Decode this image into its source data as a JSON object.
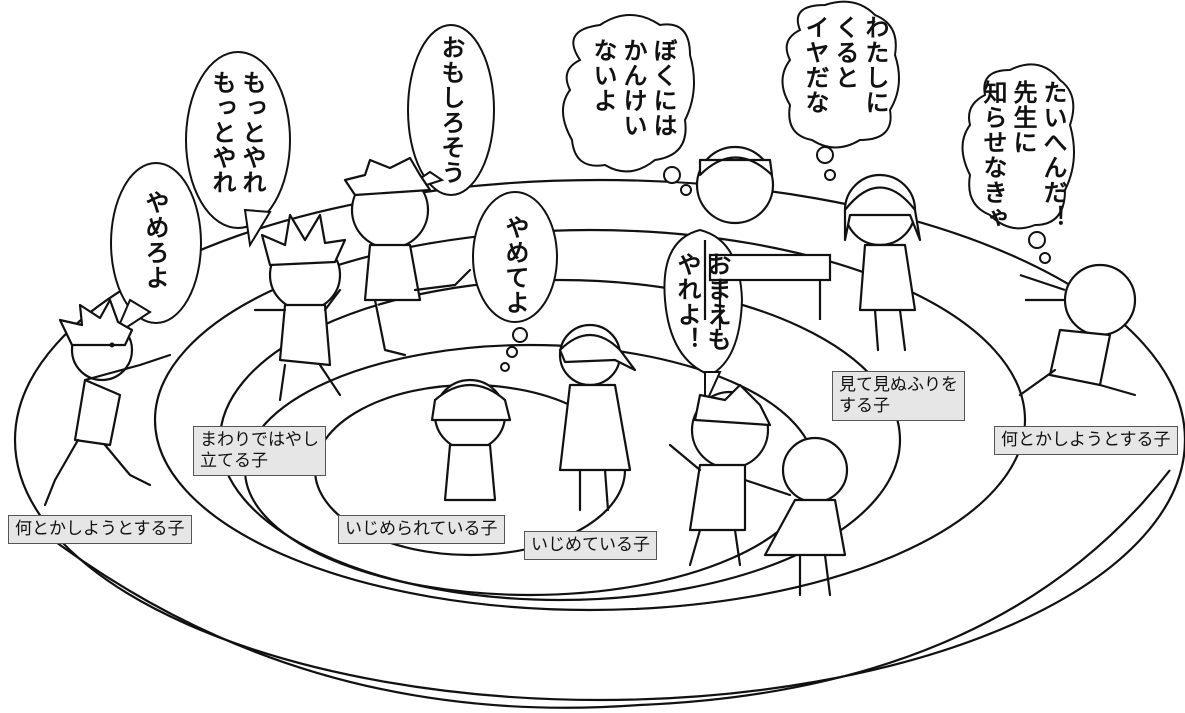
{
  "rings": {
    "center": "いじめられている子",
    "ring2": "いじめている子",
    "ring3": "まわりではやし\n立てる子",
    "ring4": "見て見ぬふりを\nする子",
    "outer_left": "何とかしようとする子",
    "outer_right": "何とかしようとする子"
  },
  "speech": {
    "yamero": "やめろよ",
    "motto": "もっとやれ\nもっとやれ",
    "omoshiro": "おもしろそう",
    "yamete": "やめてよ",
    "omaemo": "おまえも\nやれよ！",
    "bokuni": "ぼくには\nかんけい\nないよ",
    "watashi": "わたしに\nくると\nイヤだな",
    "taihen": "たいへんだ！\n先生に\n知らせなきゃ"
  }
}
